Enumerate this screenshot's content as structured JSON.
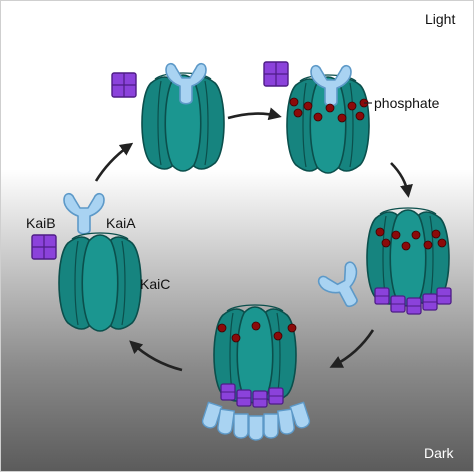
{
  "labels": {
    "light": "Light",
    "dark": "Dark",
    "phosphate": "phosphate",
    "kaib": "KaiB",
    "kaia": "KaiA",
    "kaic": "KaiC"
  },
  "colors": {
    "kaic_fill": "#16847f",
    "kaic_stroke": "#0b4f4c",
    "kaia_fill": "#a9d3f2",
    "kaia_stroke": "#5d99c8",
    "kaib_fill": "#8b42db",
    "kaib_stroke": "#4e1c86",
    "phosphate": "#8b0a0a",
    "arrow": "#222222",
    "background_light": "#ffffff",
    "background_dark": "#5b5b5b"
  }
}
